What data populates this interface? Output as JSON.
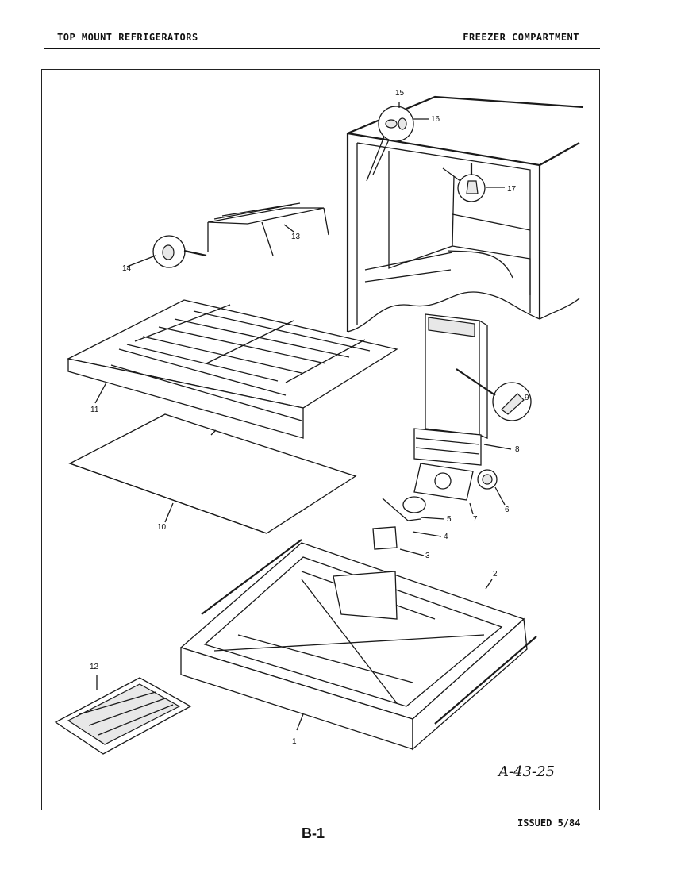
{
  "header": {
    "left_title": "TOP MOUNT REFRIGERATORS",
    "right_title": "FREEZER COMPARTMENT"
  },
  "callouts": {
    "c1": "1",
    "c2": "2",
    "c3": "3",
    "c4": "4",
    "c5": "5",
    "c6": "6",
    "c7": "7",
    "c8": "8",
    "c9": "9",
    "c10": "10",
    "c11": "11",
    "c12": "12",
    "c13": "13",
    "c14": "14",
    "c15": "15",
    "c16": "16",
    "c17": "17"
  },
  "footer": {
    "drawing_id": "A-43-25",
    "page": "B-1",
    "issued": "ISSUED 5/84"
  }
}
